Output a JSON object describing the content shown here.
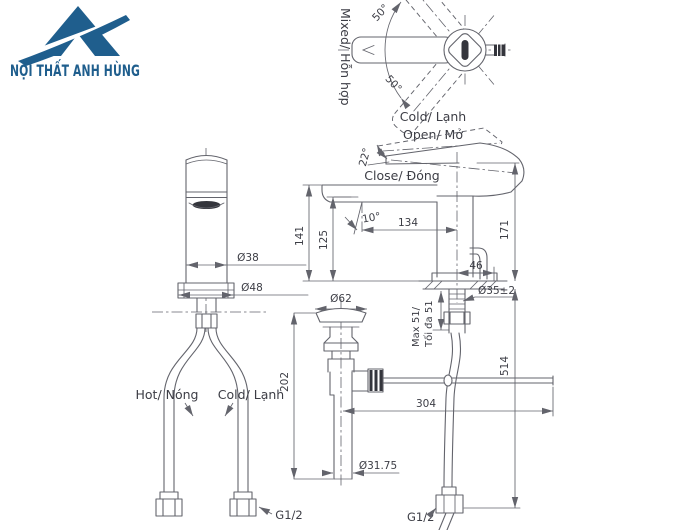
{
  "brand": {
    "name": "NỘI THẤT ANH HÙNG"
  },
  "colors": {
    "brand_blue": "#1f5e8d",
    "line_gray": "#63646c",
    "text_gray": "#3c3d45",
    "dark_fill": "#34353c"
  },
  "plan_view": {
    "mixed_label": "Mixed/ Hỗn hợp",
    "swing_upper": "50°",
    "swing_lower": "50°",
    "cold_label": "Cold/ Lạnh"
  },
  "side_view": {
    "open_label": "Open/ Mở",
    "close_label": "Close/ Đóng",
    "lever_angle": "22°",
    "stream_angle": "10°",
    "dim_spout_height": "141",
    "dim_outlet_height": "125",
    "dim_reach": "134",
    "dim_total_height": "171",
    "dim_offset": "46",
    "dim_hole": "Ø35±2",
    "max_thickness_line1": "Max 51/",
    "max_thickness_line2": "Tối đa 51",
    "dim_hose_drop": "514",
    "dim_rod_reach": "304",
    "thread_label": "G1/2"
  },
  "drain_view": {
    "dim_cap": "Ø62",
    "dim_height": "202",
    "dim_tail": "Ø31.75"
  },
  "front_view": {
    "dim_body": "Ø38",
    "dim_base": "Ø48",
    "hot_label": "Hot/ Nóng",
    "cold_label": "Cold/ Lạnh",
    "thread_label": "G1/2"
  }
}
